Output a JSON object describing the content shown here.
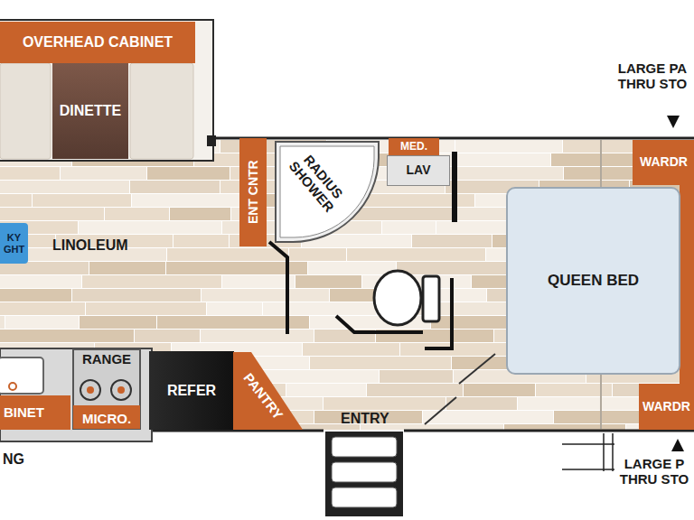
{
  "diagram": {
    "nodes": [
      {
        "text": [
          "OVERHEAD CABINET"
        ]
      },
      {
        "text": [
          "DINETTE"
        ]
      },
      {
        "text": [
          "ENT CNTR"
        ]
      },
      {
        "text": [
          "RADIUS SHOWER"
        ]
      },
      {
        "text": [
          "MED."
        ]
      },
      {
        "text": [
          "LAV"
        ]
      },
      {
        "text": [
          "QUEEN BED"
        ]
      },
      {
        "text": [
          "WARDR"
        ]
      },
      {
        "text": [
          "KY GHT"
        ]
      },
      {
        "text": [
          "RANGE",
          "MICRO."
        ]
      },
      {
        "text": [
          "REFER"
        ]
      },
      {
        "text": [
          "PANTRY"
        ]
      },
      {
        "text": [
          "WARDR"
        ]
      },
      {
        "text": [
          "BINET"
        ]
      }
    ],
    "labels": [
      "LARGE PA THRU STO",
      "LINOLEUM",
      "ENTRY",
      "LARGE P THRU STO",
      "NG"
    ]
  }
}
